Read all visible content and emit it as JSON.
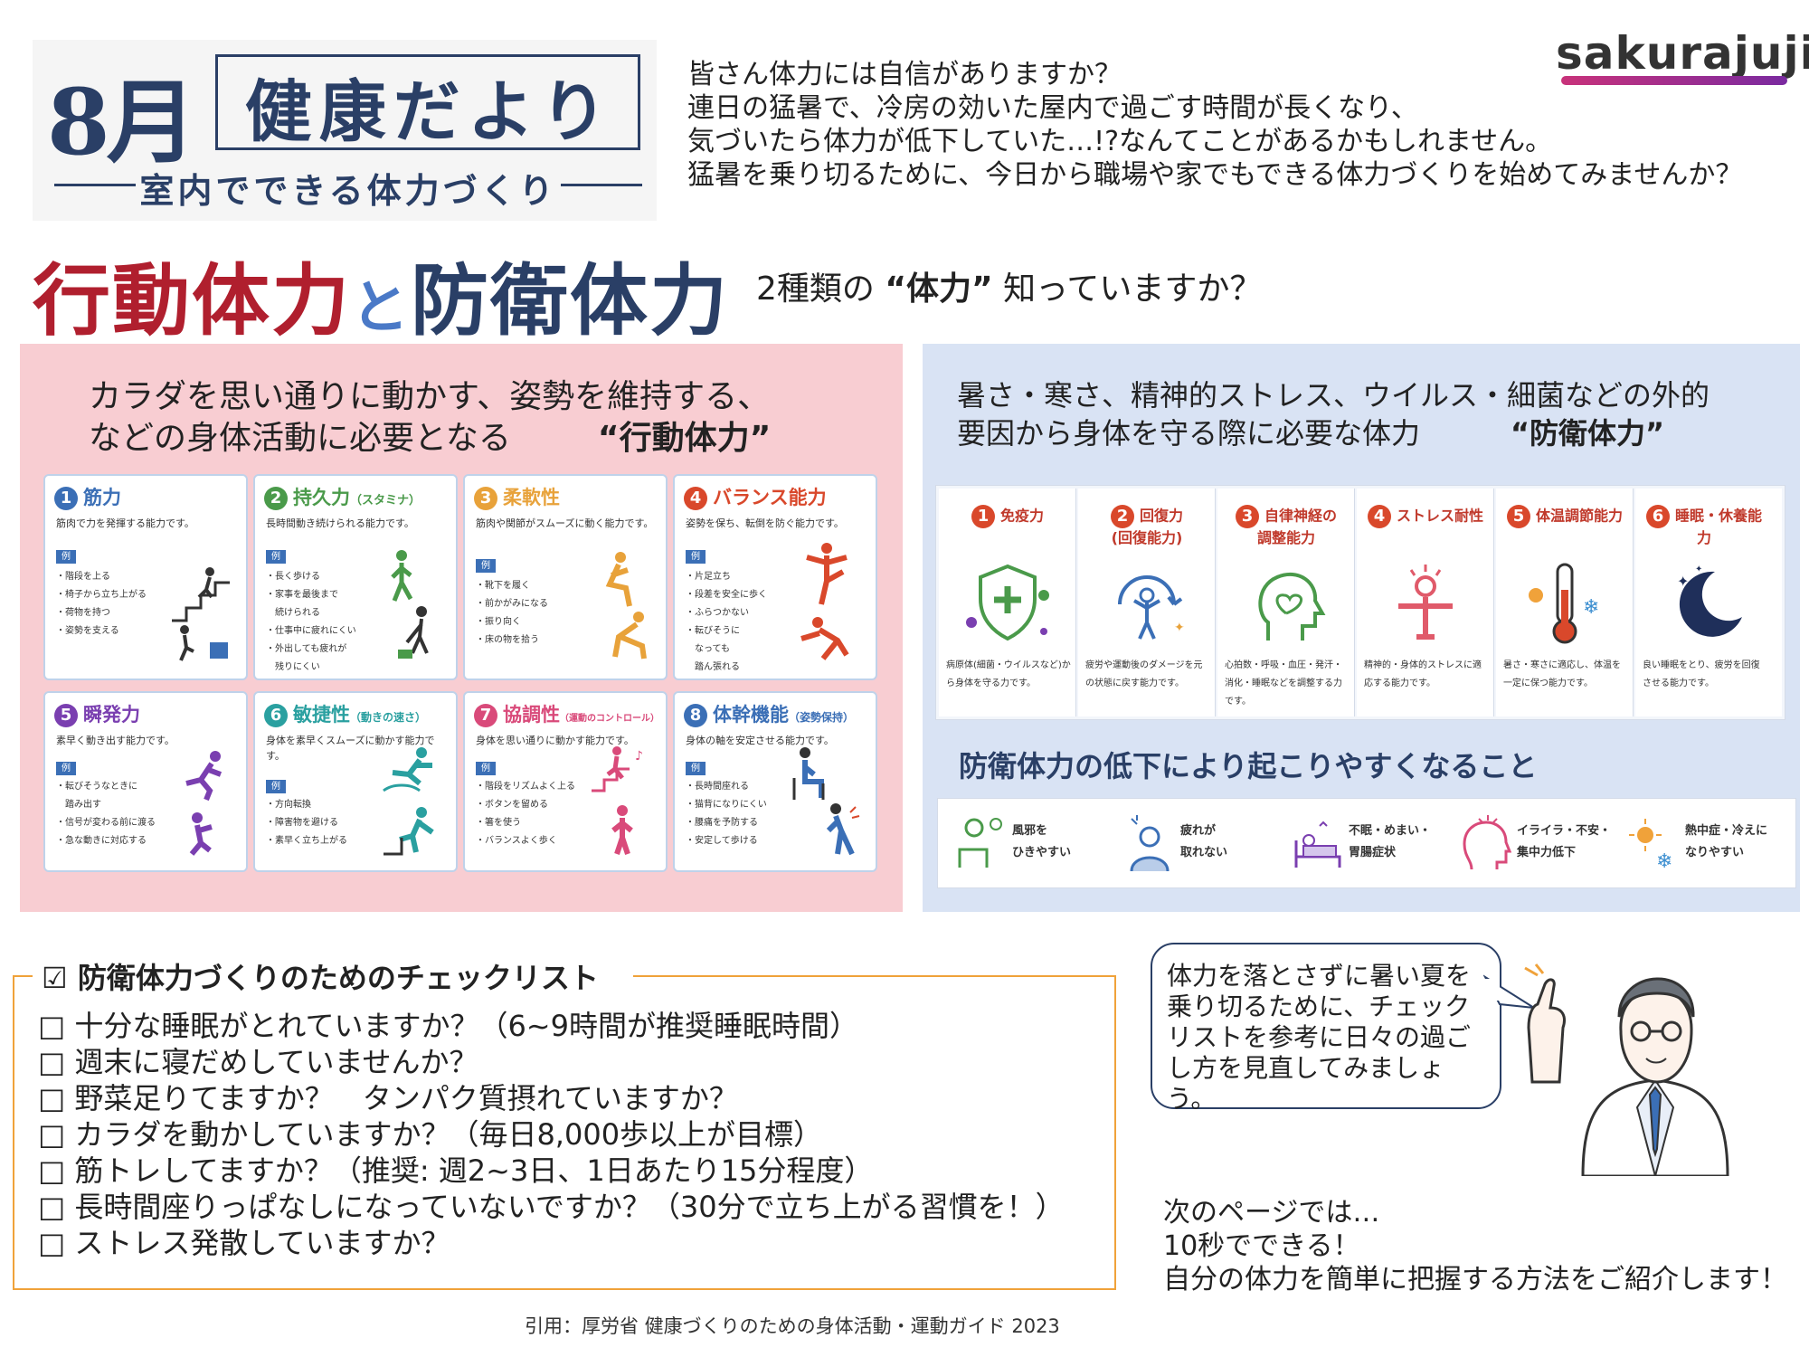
{
  "header": {
    "month": "8月",
    "title": "健康だより",
    "subtitle": "室内でできる体力づくり",
    "intro": [
      "皆さん体力には自信がありますか？",
      "連日の猛暑で、冷房の効いた屋内で過ごす時間が長くなり、",
      "気づいたら体力が低下していた…!?なんてことがあるかもしれません。",
      "猛暑を乗り切るために、今日から職場や家でもできる体力づくりを始めてみませんか？"
    ],
    "logo": "sakurajuji"
  },
  "headline": {
    "part1": "行動体力",
    "connector": "と",
    "part2": "防衛体力",
    "question_pre": "2種類の ",
    "question_em": "“体力”",
    "question_post": " 知っていますか？"
  },
  "action": {
    "desc_line1": "カラダを思い通りに動かす、姿勢を維持する、",
    "desc_line2": "などの身体活動に必要となる",
    "em": "“行動体力”",
    "rei": "例",
    "cards": [
      {
        "num": "1",
        "title": "筋力",
        "sub": "",
        "desc": "筋肉で力を発揮する能力です。",
        "examples": [
          "・階段を上る",
          "・椅子から立ち上がる",
          "・荷物を持つ",
          "・姿勢を支える"
        ]
      },
      {
        "num": "2",
        "title": "持久力",
        "sub": "（スタミナ）",
        "desc": "長時間動き続けられる能力です。",
        "examples": [
          "・長く歩ける",
          "・家事を最後まで",
          "　続けられる",
          "・仕事中に疲れにくい",
          "・外出しても疲れが",
          "　残りにくい"
        ]
      },
      {
        "num": "3",
        "title": "柔軟性",
        "sub": "",
        "desc": "筋肉や関節がスムーズに動く能力です。",
        "examples": [
          "・靴下を履く",
          "・前かがみになる",
          "・振り向く",
          "・床の物を拾う"
        ]
      },
      {
        "num": "4",
        "title": "バランス能力",
        "sub": "",
        "desc": "姿勢を保ち、転倒を防ぐ能力です。",
        "examples": [
          "・片足立ち",
          "・段差を安全に歩く",
          "・ふらつかない",
          "・転びそうに",
          "　なっても",
          "　踏ん張れる"
        ]
      },
      {
        "num": "5",
        "title": "瞬発力",
        "sub": "",
        "desc": "素早く動き出す能力です。",
        "examples": [
          "・転びそうなときに",
          "　踏み出す",
          "・信号が変わる前に渡る",
          "・急な動きに対応する"
        ]
      },
      {
        "num": "6",
        "title": "敏捷性",
        "sub": "（動きの速さ）",
        "desc": "身体を素早くスムーズに動かす能力です。",
        "examples": [
          "・方向転換",
          "・障害物を避ける",
          "・素早く立ち上がる"
        ]
      },
      {
        "num": "7",
        "title": "協調性",
        "sub": "（運動のコントロール）",
        "desc": "身体を思い通りに動かす能力です。",
        "examples": [
          "・階段をリズムよく上る",
          "・ボタンを留める",
          "・箸を使う",
          "・バランスよく歩く"
        ]
      },
      {
        "num": "8",
        "title": "体幹機能",
        "sub": "（姿勢保持）",
        "desc": "身体の軸を安定させる能力です。",
        "examples": [
          "・長時間座れる",
          "・猫背になりにくい",
          "・腰痛を予防する",
          "・安定して歩ける"
        ]
      }
    ]
  },
  "defense": {
    "desc_line1": "暑さ・寒さ、精神的ストレス、ウイルス・細菌などの外的",
    "desc_line2": "要因から身体を守る際に必要な体力",
    "em": "“防衛体力”",
    "cards": [
      {
        "num": "1",
        "title": "免疫力",
        "desc": "病原体(細菌・ウイルスなど)から身体を守る力です。"
      },
      {
        "num": "2",
        "title": "回復力\n(回復能力)",
        "desc": "疲労や運動後のダメージを元の状態に戻す能力です。"
      },
      {
        "num": "3",
        "title": "自律神経の\n調整能力",
        "desc": "心拍数・呼吸・血圧・発汗・消化・睡眠などを調整する力です。"
      },
      {
        "num": "4",
        "title": "ストレス耐性",
        "desc": "精神的・身体的ストレスに適応する能力です。"
      },
      {
        "num": "5",
        "title": "体温調節能力",
        "desc": "暑さ・寒さに適応し、体温を一定に保つ能力です。"
      },
      {
        "num": "6",
        "title": "睡眠・休養能力",
        "desc": "良い睡眠をとり、疲労を回復させる能力です。"
      }
    ],
    "decline_title": "防衛体力の低下により起こりやすくなること",
    "decline_items": [
      {
        "line1": "風邪を",
        "line2": "ひきやすい"
      },
      {
        "line1": "疲れが",
        "line2": "取れない"
      },
      {
        "line1": "不眠・めまい・",
        "line2": "胃腸症状"
      },
      {
        "line1": "イライラ・不安・",
        "line2": "集中力低下"
      },
      {
        "line1": "熱中症・冷えに",
        "line2": "なりやすい"
      }
    ]
  },
  "checklist": {
    "title": "☑ 防衛体力づくりのためのチェックリスト",
    "items": [
      "□ 十分な睡眠がとれていますか？（6~9時間が推奨睡眠時間）",
      "□ 週末に寝だめしていませんか？",
      "□ 野菜足りてますか？　タンパク質摂れていますか？",
      "□ カラダを動かしていますか？（毎日8,000歩以上が目標）",
      "□ 筋トレしてますか？（推奨: 週2~3日、1日あたり15分程度）",
      "□ 長時間座りっぱなしになっていないですか？（30分で立ち上がる習慣を！）",
      "□ ストレス発散していますか？"
    ]
  },
  "bubble": {
    "lines": [
      "体力を落とさずに暑い夏を",
      "乗り切るために、チェック",
      "リストを参考に日々の過ご",
      "し方を見直してみましょう。"
    ]
  },
  "next": {
    "lines": [
      "次のページでは…",
      "10秒でできる！",
      "自分の体力を簡単に把握する方法をご紹介します！"
    ]
  },
  "source": "引用：厚労省 健康づくりのための身体活動・運動ガイド 2023",
  "colors": {
    "navy": "#2a3f66",
    "red": "#b01f2e",
    "blue": "#3b6fb6",
    "pink_panel": "#f8cdd2",
    "blue_panel": "#d9e3f4",
    "orange": "#f0a23a",
    "card_nums": [
      "#3b6fb6",
      "#4a9a4a",
      "#e8a23a",
      "#d9482b",
      "#7a3fb0",
      "#2aa0a0",
      "#d94a7a",
      "#3b6fb6"
    ]
  }
}
